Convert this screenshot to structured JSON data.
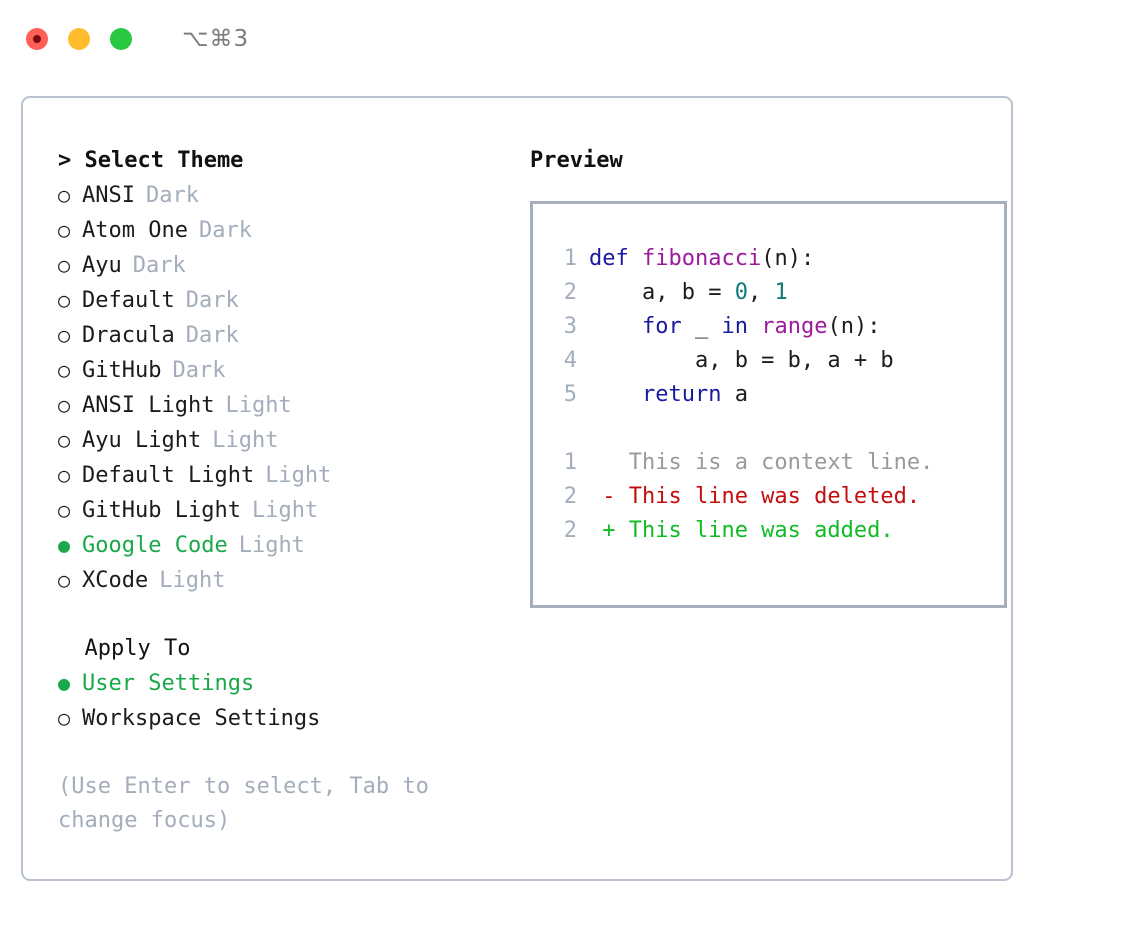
{
  "titlebar": {
    "shortcut": "⌥⌘3",
    "buttons": [
      {
        "name": "close",
        "color": "#ff5f57"
      },
      {
        "name": "minimize",
        "color": "#ffbd2e"
      },
      {
        "name": "maximize",
        "color": "#28c840"
      }
    ]
  },
  "theme_section": {
    "header": "> Select Theme",
    "focused": true,
    "options": [
      {
        "marker": "○",
        "label": "ANSI",
        "kind": "Dark",
        "selected": false
      },
      {
        "marker": "○",
        "label": "Atom One",
        "kind": "Dark",
        "selected": false
      },
      {
        "marker": "○",
        "label": "Ayu",
        "kind": "Dark",
        "selected": false
      },
      {
        "marker": "○",
        "label": "Default",
        "kind": "Dark",
        "selected": false
      },
      {
        "marker": "○",
        "label": "Dracula",
        "kind": "Dark",
        "selected": false
      },
      {
        "marker": "○",
        "label": "GitHub",
        "kind": "Dark",
        "selected": false
      },
      {
        "marker": "○",
        "label": "ANSI Light",
        "kind": "Light",
        "selected": false
      },
      {
        "marker": "○",
        "label": "Ayu Light",
        "kind": "Light",
        "selected": false
      },
      {
        "marker": "○",
        "label": "Default Light",
        "kind": "Light",
        "selected": false
      },
      {
        "marker": "○",
        "label": "GitHub Light",
        "kind": "Light",
        "selected": false
      },
      {
        "marker": "●",
        "label": "Google Code",
        "kind": "Light",
        "selected": true
      },
      {
        "marker": "○",
        "label": "XCode",
        "kind": "Light",
        "selected": false
      }
    ]
  },
  "apply_section": {
    "header": "  Apply To",
    "focused": false,
    "options": [
      {
        "marker": "●",
        "label": "User Settings",
        "kind": "",
        "selected": true
      },
      {
        "marker": "○",
        "label": "Workspace Settings",
        "kind": "",
        "selected": false
      }
    ]
  },
  "hint": "(Use Enter to select, Tab to change focus)",
  "preview": {
    "title": "Preview",
    "code_lines": [
      {
        "lineno": "1",
        "tokens": [
          {
            "text": "def ",
            "kind": "kw"
          },
          {
            "text": "fibonacci",
            "kind": "fn"
          },
          {
            "text": "(n):",
            "kind": "punc"
          }
        ]
      },
      {
        "lineno": "2",
        "tokens": [
          {
            "text": "    a, b = ",
            "kind": "plain"
          },
          {
            "text": "0",
            "kind": "num"
          },
          {
            "text": ", ",
            "kind": "plain"
          },
          {
            "text": "1",
            "kind": "num"
          }
        ]
      },
      {
        "lineno": "3",
        "tokens": [
          {
            "text": "    for ",
            "kind": "kw"
          },
          {
            "text": "_ ",
            "kind": "plain"
          },
          {
            "text": "in ",
            "kind": "kw"
          },
          {
            "text": "range",
            "kind": "fn"
          },
          {
            "text": "(n):",
            "kind": "punc"
          }
        ]
      },
      {
        "lineno": "4",
        "tokens": [
          {
            "text": "        a, b = b, a + b",
            "kind": "plain"
          }
        ]
      },
      {
        "lineno": "5",
        "tokens": [
          {
            "text": "    return ",
            "kind": "kw"
          },
          {
            "text": "a",
            "kind": "plain"
          }
        ]
      }
    ],
    "diff_lines": [
      {
        "lineno": "1",
        "text": "   This is a context line.",
        "kind": "ctx"
      },
      {
        "lineno": "2",
        "text": " - This line was deleted.",
        "kind": "del"
      },
      {
        "lineno": "2",
        "text": " + This line was added.",
        "kind": "add"
      }
    ]
  },
  "colors": {
    "accent_green": "#1aa84a",
    "muted": "#a3adbb",
    "border": "#a6b0bd",
    "window_border": "#b9c2ce",
    "keyword": "#1a1aa0",
    "function": "#9d1a9d",
    "number": "#0d7a78",
    "diff_add": "#11bb24",
    "diff_del": "#c40d0d",
    "diff_ctx": "#9a9a9a"
  }
}
